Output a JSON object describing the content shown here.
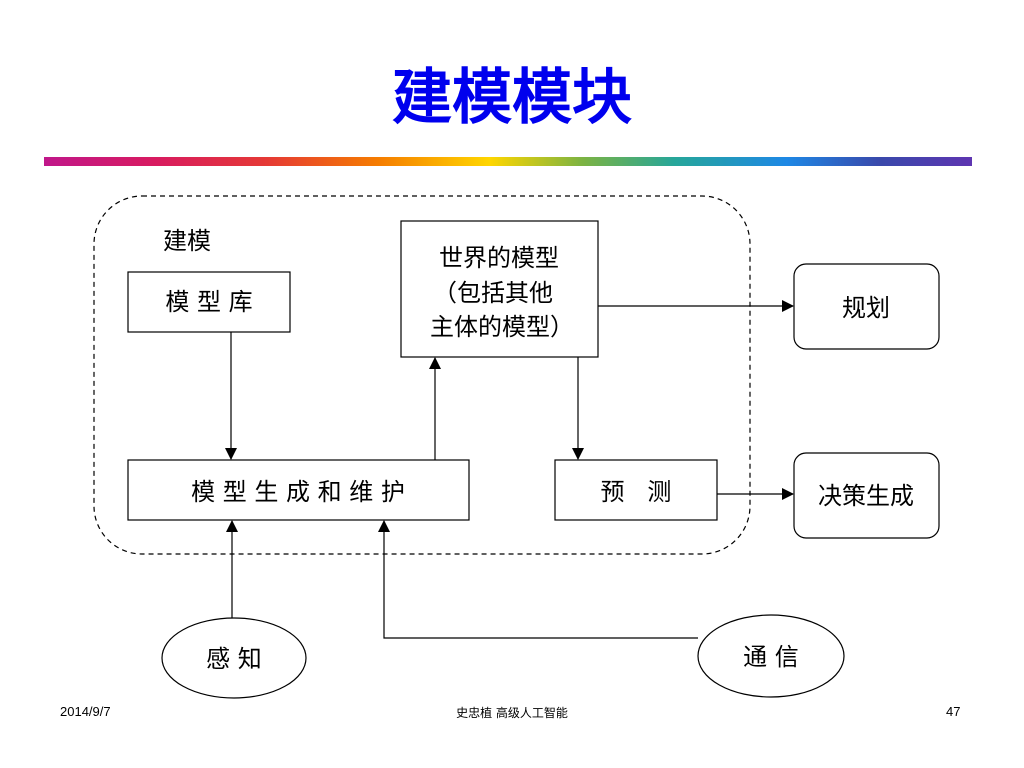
{
  "slide": {
    "title": "建模模块"
  },
  "diagram": {
    "group_label": "建模",
    "model_library": "模 型 库",
    "world_model_line1": "世界的模型",
    "world_model_line2": "（包括其他",
    "world_model_line3": "主体的模型）",
    "model_generation": "模 型 生 成 和 维 护",
    "prediction": "预   测",
    "planning": "规划",
    "decision": "决策生成",
    "perception": "感 知",
    "communication": "通 信"
  },
  "footer": {
    "date": "2014/9/7",
    "center": "史忠植  高级人工智能",
    "page": "47"
  }
}
